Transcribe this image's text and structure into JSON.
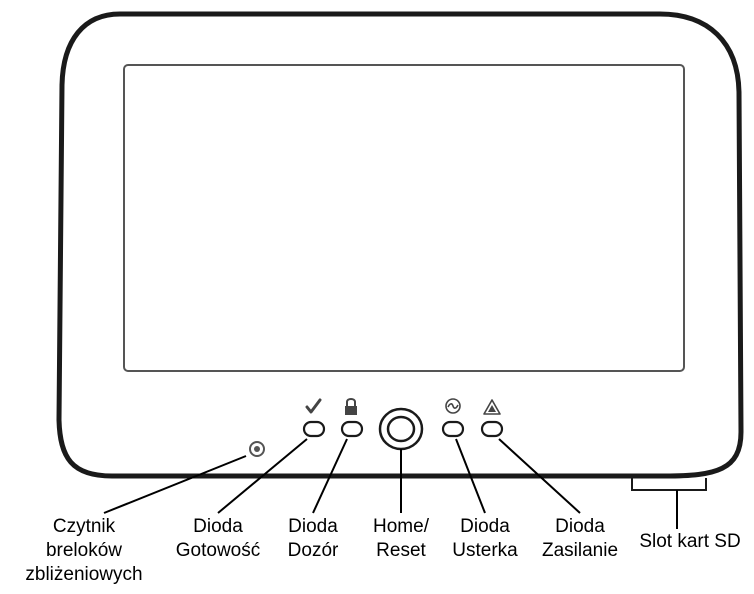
{
  "labels": {
    "czytnik": [
      "Czytnik",
      "breloków",
      "zbliżeniowych"
    ],
    "gotowosc": [
      "Dioda",
      "Gotowość"
    ],
    "dozor": [
      "Dioda",
      "Dozór"
    ],
    "home": [
      "Home/",
      "Reset"
    ],
    "usterka": [
      "Dioda",
      "Usterka"
    ],
    "zasilanie": [
      "Dioda",
      "Zasilanie"
    ],
    "sd": [
      "Slot kart SD"
    ]
  },
  "icons": {
    "proximity": "proximity-reader-icon",
    "ready": "checkmark-icon",
    "armed": "padlock-icon",
    "trouble": "tilde-circle-icon",
    "power": "warning-triangle-icon"
  },
  "colors": {
    "outline": "#1a1a1a",
    "screen_border": "#555555",
    "icon_gray": "#444444",
    "text": "#000000",
    "background": "#ffffff"
  }
}
